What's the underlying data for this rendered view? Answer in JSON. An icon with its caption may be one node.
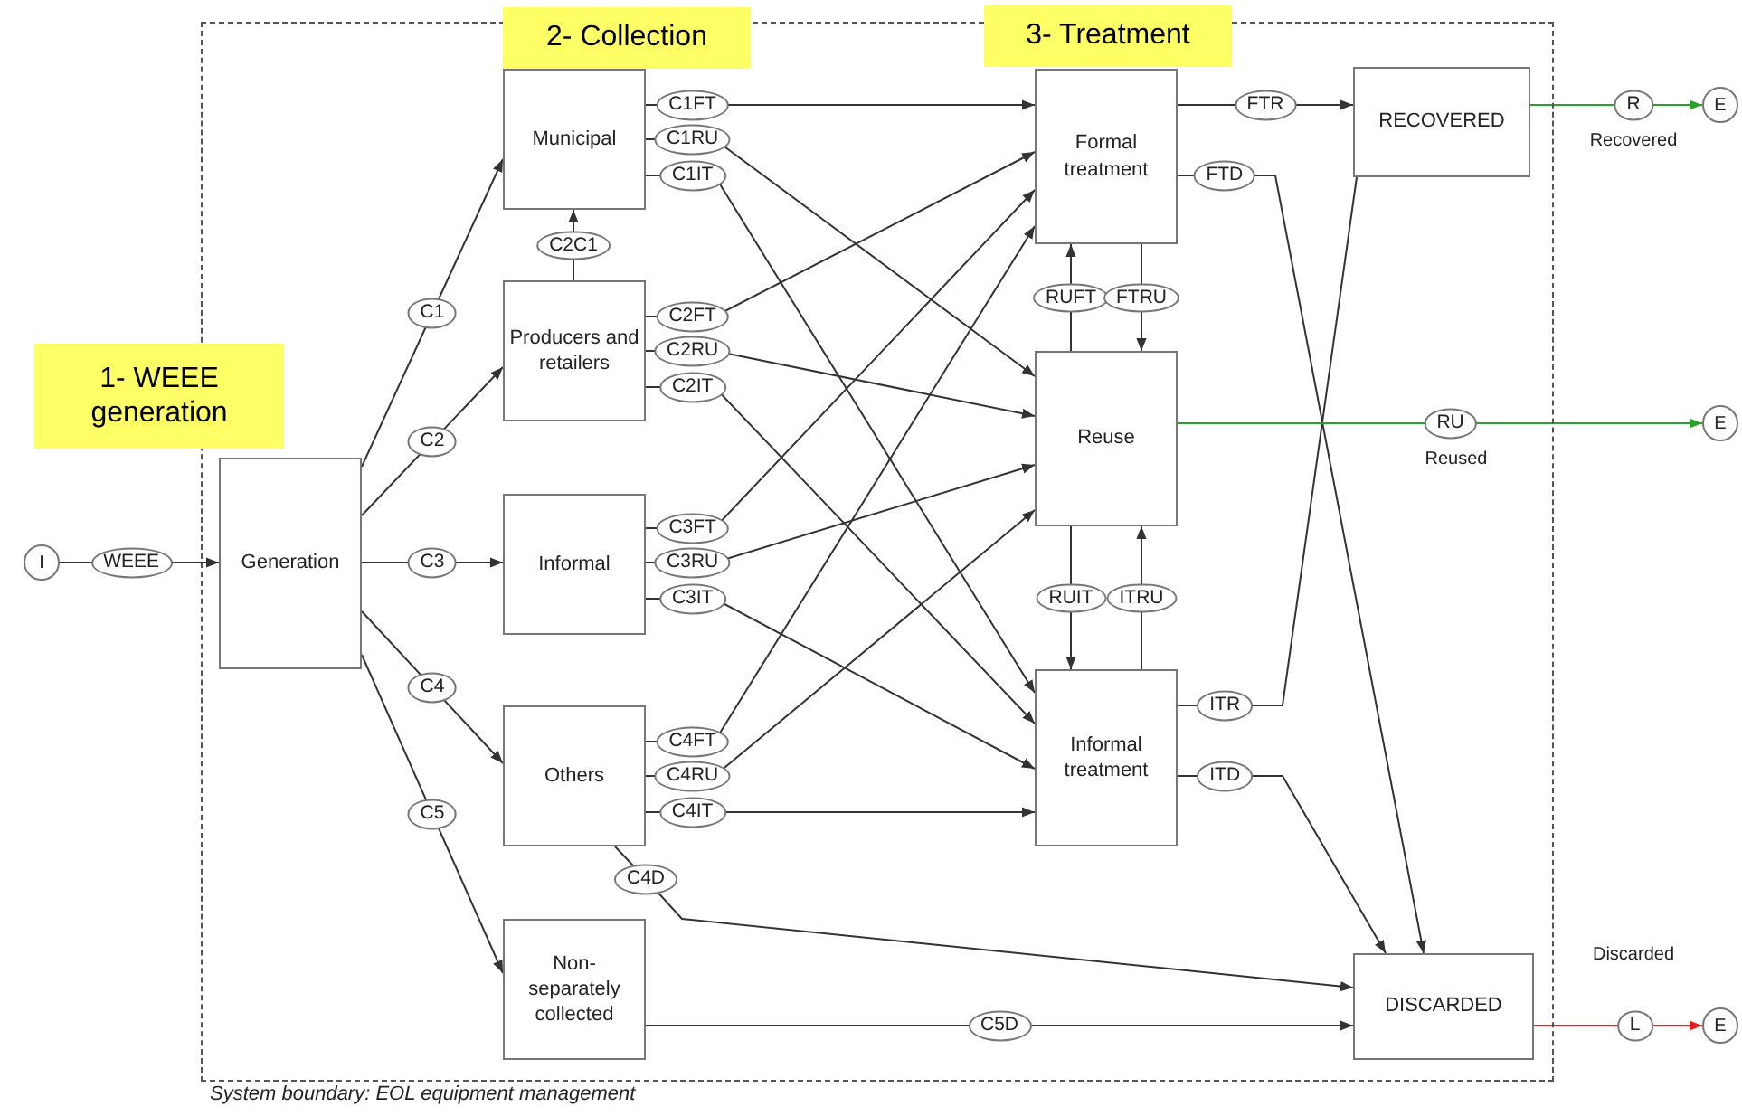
{
  "diagram": {
    "nodes": [
      {
        "text": [
          "System boundary: EOL equipment management"
        ]
      },
      {
        "text": [
          "1- WEEE generation"
        ]
      },
      {
        "text": [
          "2- Collection"
        ]
      },
      {
        "text": [
          "3- Treatment"
        ]
      },
      {
        "text": [
          "I"
        ]
      },
      {
        "text": [
          "Generation"
        ],
        "in": 0
      },
      {
        "text": [
          "Municipal"
        ],
        "in": 0
      },
      {
        "text": [
          "Producers and retailers"
        ],
        "in": 0
      },
      {
        "text": [
          "Informal"
        ],
        "in": 0
      },
      {
        "text": [
          "Others"
        ],
        "in": 0
      },
      {
        "text": [
          "Non-separately collected"
        ],
        "in": 0
      },
      {
        "text": [
          "Formal treatment"
        ],
        "in": 0
      },
      {
        "text": [
          "Reuse"
        ],
        "in": 0
      },
      {
        "text": [
          "Informal treatment"
        ],
        "in": 0
      },
      {
        "text": [
          "RECOVERED"
        ],
        "in": 0
      },
      {
        "text": [
          "DISCARDED"
        ],
        "in": 0
      },
      {
        "text": [
          "E"
        ]
      },
      {
        "text": [
          "E"
        ]
      },
      {
        "text": [
          "E"
        ]
      }
    ],
    "edges": [
      {
        "from": 4,
        "to": 5,
        "arrow": "to",
        "label": "WEEE"
      },
      {
        "from": 5,
        "to": 6,
        "arrow": "to",
        "label": "C1"
      },
      {
        "from": 5,
        "to": 7,
        "arrow": "to",
        "label": "C2"
      },
      {
        "from": 5,
        "to": 8,
        "arrow": "to",
        "label": "C3"
      },
      {
        "from": 5,
        "to": 9,
        "arrow": "to",
        "label": "C4"
      },
      {
        "from": 5,
        "to": 10,
        "arrow": "to",
        "label": "C5"
      },
      {
        "from": 7,
        "to": 6,
        "arrow": "to",
        "label": "C2C1"
      },
      {
        "from": 6,
        "to": 11,
        "arrow": "to",
        "label": "C1FT"
      },
      {
        "from": 6,
        "to": 12,
        "arrow": "to",
        "label": "C1RU"
      },
      {
        "from": 6,
        "to": 13,
        "arrow": "to",
        "label": "C1IT"
      },
      {
        "from": 7,
        "to": 11,
        "arrow": "to",
        "label": "C2FT"
      },
      {
        "from": 7,
        "to": 12,
        "arrow": "to",
        "label": "C2RU"
      },
      {
        "from": 7,
        "to": 13,
        "arrow": "to",
        "label": "C2IT"
      },
      {
        "from": 8,
        "to": 11,
        "arrow": "to",
        "label": "C3FT"
      },
      {
        "from": 8,
        "to": 12,
        "arrow": "to",
        "label": "C3RU"
      },
      {
        "from": 8,
        "to": 13,
        "arrow": "to",
        "label": "C3IT"
      },
      {
        "from": 9,
        "to": 11,
        "arrow": "to",
        "label": "C4FT"
      },
      {
        "from": 9,
        "to": 12,
        "arrow": "to",
        "label": "C4RU"
      },
      {
        "from": 9,
        "to": 13,
        "arrow": "to",
        "label": "C4IT"
      },
      {
        "from": 9,
        "to": 15,
        "arrow": "to",
        "label": "C4D"
      },
      {
        "from": 10,
        "to": 15,
        "arrow": "to",
        "label": "C5D"
      },
      {
        "from": 12,
        "to": 11,
        "arrow": "to",
        "label": "RUFT"
      },
      {
        "from": 11,
        "to": 12,
        "arrow": "to",
        "label": "FTRU"
      },
      {
        "from": 12,
        "to": 13,
        "arrow": "to",
        "label": "RUIT"
      },
      {
        "from": 13,
        "to": 12,
        "arrow": "to",
        "label": "ITRU"
      },
      {
        "from": 11,
        "to": 14,
        "arrow": "to",
        "label": "FTR"
      },
      {
        "from": 11,
        "to": 15,
        "arrow": "to",
        "label": "FTD"
      },
      {
        "from": 13,
        "to": 14,
        "arrow": "none",
        "label": "ITR"
      },
      {
        "from": 13,
        "to": 15,
        "arrow": "to",
        "label": "ITD"
      },
      {
        "from": 14,
        "to": 16,
        "arrow": "to",
        "label": "R",
        "color": "#2e9e2e"
      },
      {
        "from": 12,
        "to": 17,
        "arrow": "to",
        "label": "RU",
        "color": "#2e9e2e"
      },
      {
        "from": 15,
        "to": 18,
        "arrow": "to",
        "label": "L",
        "color": "#e02020"
      }
    ],
    "labels": [
      "Recovered",
      "Reused",
      "Discarded"
    ]
  }
}
